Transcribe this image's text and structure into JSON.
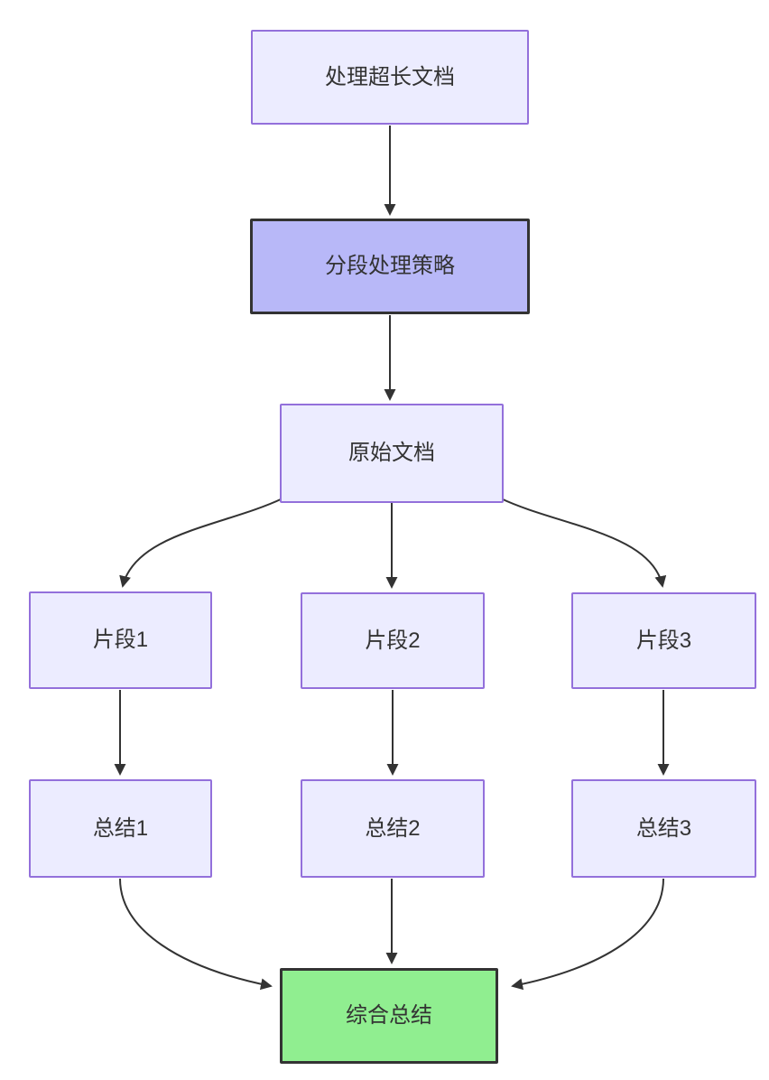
{
  "diagram": {
    "type": "flowchart",
    "direction": "top-down",
    "background": "#ffffff",
    "colors": {
      "node_fill": "#ECECFF",
      "node_border": "#9370DB",
      "highlight_fill": "#B8B8F8",
      "highlight_border": "#333333",
      "result_fill": "#90EE90",
      "result_border": "#333333",
      "edge": "#333333",
      "text": "#333333"
    },
    "nodes": [
      {
        "id": "A",
        "label": "处理超长文档",
        "style": "default"
      },
      {
        "id": "B",
        "label": "分段处理策略",
        "style": "highlight"
      },
      {
        "id": "C",
        "label": "原始文档",
        "style": "default"
      },
      {
        "id": "D1",
        "label": "片段1",
        "style": "default"
      },
      {
        "id": "D2",
        "label": "片段2",
        "style": "default"
      },
      {
        "id": "D3",
        "label": "片段3",
        "style": "default"
      },
      {
        "id": "E1",
        "label": "总结1",
        "style": "default"
      },
      {
        "id": "E2",
        "label": "总结2",
        "style": "default"
      },
      {
        "id": "E3",
        "label": "总结3",
        "style": "default"
      },
      {
        "id": "F",
        "label": "综合总结",
        "style": "result"
      }
    ],
    "edges": [
      {
        "from": "处理超长文档",
        "to": "分段处理策略"
      },
      {
        "from": "分段处理策略",
        "to": "原始文档"
      },
      {
        "from": "原始文档",
        "to": "片段1"
      },
      {
        "from": "原始文档",
        "to": "片段2"
      },
      {
        "from": "原始文档",
        "to": "片段3"
      },
      {
        "from": "片段1",
        "to": "总结1"
      },
      {
        "from": "片段2",
        "to": "总结2"
      },
      {
        "from": "片段3",
        "to": "总结3"
      },
      {
        "from": "总结1",
        "to": "综合总结"
      },
      {
        "from": "总结2",
        "to": "综合总结"
      },
      {
        "from": "总结3",
        "to": "综合总结"
      }
    ]
  }
}
